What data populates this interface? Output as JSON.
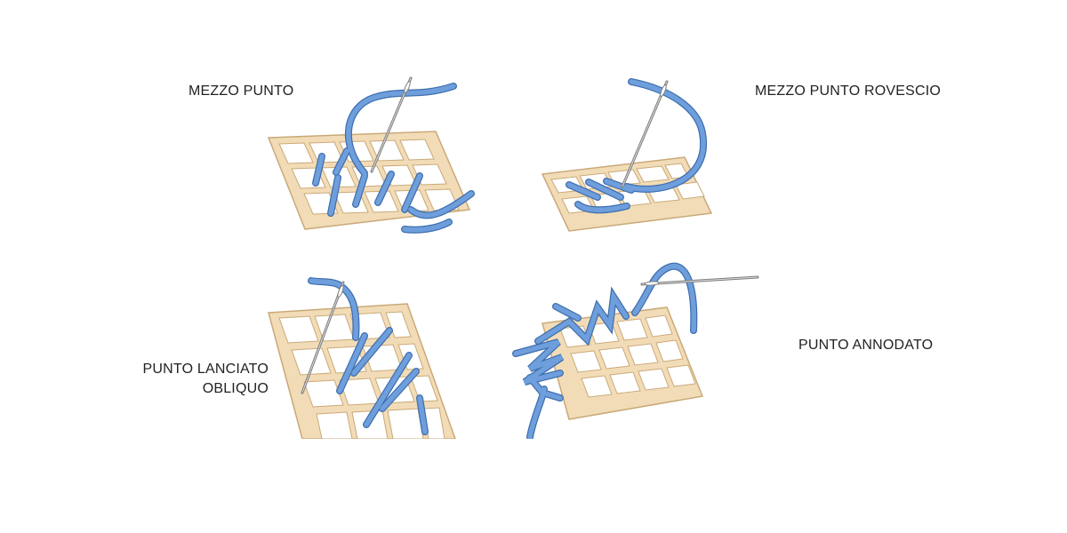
{
  "labels": {
    "half_stitch": "MEZZO PUNTO",
    "reverse_half_stitch": "MEZZO PUNTO ROVESCIO",
    "oblique_long_stitch_line1": "PUNTO LANCIATO",
    "oblique_long_stitch_line2": "OBLIQUO",
    "knotted_stitch": "PUNTO ANNODATO"
  },
  "colors": {
    "canvas": "#f2dcb7",
    "canvas_edge": "#c9a978",
    "thread": "#6e9fdc",
    "thread_edge": "#3f6fae",
    "needle": "#8a8a8a"
  }
}
